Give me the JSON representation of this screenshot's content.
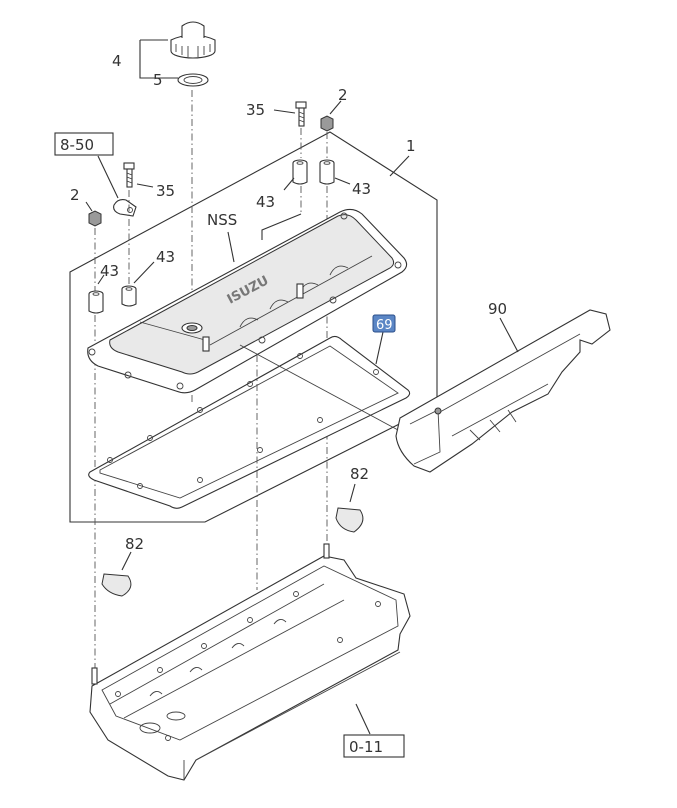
{
  "diagram": {
    "callouts": {
      "c4": "4",
      "c5": "5",
      "c35a": "35",
      "c2a": "2",
      "c1": "1",
      "c850": "8-50",
      "c35b": "35",
      "c2b": "2",
      "c43a": "43",
      "c43b": "43",
      "c43c": "43",
      "c43d": "43",
      "nss": "NSS",
      "c69": "69",
      "c90": "90",
      "c82a": "82",
      "c82b": "82",
      "c011": "0-11",
      "brand": "ISUZU"
    },
    "highlight_color": "#5b86c5"
  }
}
